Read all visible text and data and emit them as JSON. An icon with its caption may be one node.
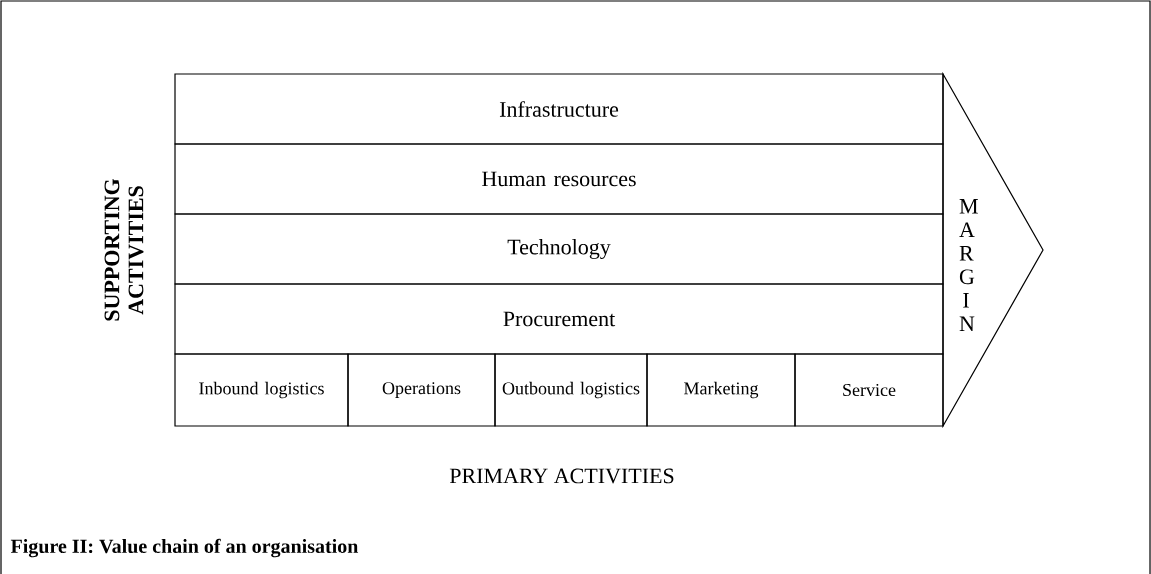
{
  "diagram": {
    "caption": "Figure II: Value chain of an organisation",
    "nodes": [
      {
        "text": [
          "Infrastructure"
        ]
      },
      {
        "text": [
          "Human resources"
        ]
      },
      {
        "text": [
          "Technology"
        ]
      },
      {
        "text": [
          "Procurement"
        ]
      },
      {
        "text": [
          "Inbound logistics"
        ]
      },
      {
        "text": [
          "Operations"
        ]
      },
      {
        "text": [
          "Outbound logistics"
        ]
      },
      {
        "text": [
          "Marketing"
        ]
      },
      {
        "text": [
          "Service"
        ]
      },
      {
        "text": [
          "M A R G I N"
        ]
      }
    ],
    "labels": [
      "SUPPORTING ACTIVITIES",
      "PRIMARY ACTIVITIES"
    ]
  }
}
